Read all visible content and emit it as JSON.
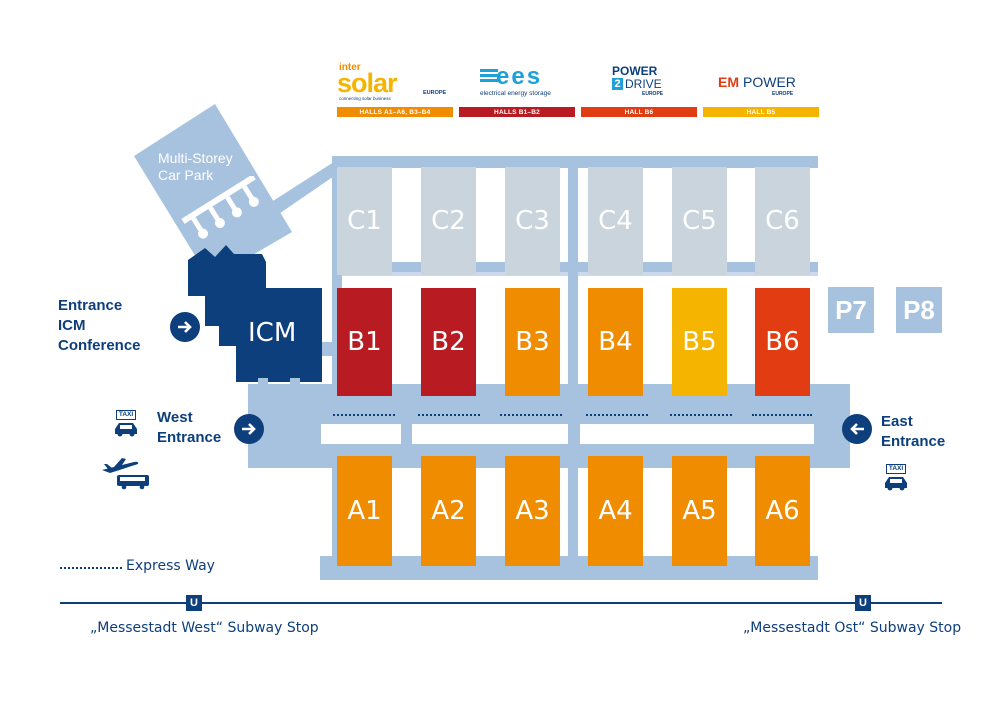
{
  "logos": {
    "intersolar": {
      "top": "inter",
      "main": "solar",
      "tag": "connecting solar business",
      "region": "EUROPE",
      "halls": "HALLS A1–A6, B3–B4",
      "color": "#f08c00"
    },
    "ees": {
      "main": "ees",
      "tag": "electrical energy storage",
      "halls": "HALLS B1–B2",
      "color": "#b81c22"
    },
    "power2drive": {
      "line1": "POWER",
      "line2a": "2",
      "line2b": "DRIVE",
      "region": "EUROPE",
      "halls": "HALL B6",
      "color": "#e23c12"
    },
    "empower": {
      "main_a": "EM",
      "main_b": "POWER",
      "region": "EUROPE",
      "halls": "HALL B5",
      "color": "#f4b400"
    }
  },
  "car_park": {
    "line1": "Multi-Storey",
    "line2": "Car Park"
  },
  "icm": {
    "label": "ICM"
  },
  "halls_c": [
    "C1",
    "C2",
    "C3",
    "C4",
    "C5",
    "C6"
  ],
  "halls_b": [
    {
      "label": "B1",
      "color": "#b81c22"
    },
    {
      "label": "B2",
      "color": "#b81c22"
    },
    {
      "label": "B3",
      "color": "#f08c00"
    },
    {
      "label": "B4",
      "color": "#f08c00"
    },
    {
      "label": "B5",
      "color": "#f4b400"
    },
    {
      "label": "B6",
      "color": "#e23c12"
    }
  ],
  "halls_a": [
    "A1",
    "A2",
    "A3",
    "A4",
    "A5",
    "A6"
  ],
  "hall_a_color": "#f08c00",
  "parking": [
    "P7",
    "P8"
  ],
  "entrances": {
    "icm": {
      "line1": "Entrance",
      "line2": "ICM",
      "line3": "Conference"
    },
    "west": {
      "line1": "West",
      "line2": "Entrance"
    },
    "east": {
      "line1": "East",
      "line2": "Entrance"
    }
  },
  "taxi_label": "TAXI",
  "legend": {
    "express_way": "Express Way"
  },
  "subway": {
    "west": "„Messestadt West“ Subway Stop",
    "east": "„Messestadt Ost“ Subway Stop",
    "symbol": "U"
  },
  "colors": {
    "navy": "#0e3f7d",
    "light_blue": "#a7c2df",
    "c_hall": "#c9d4dd"
  }
}
